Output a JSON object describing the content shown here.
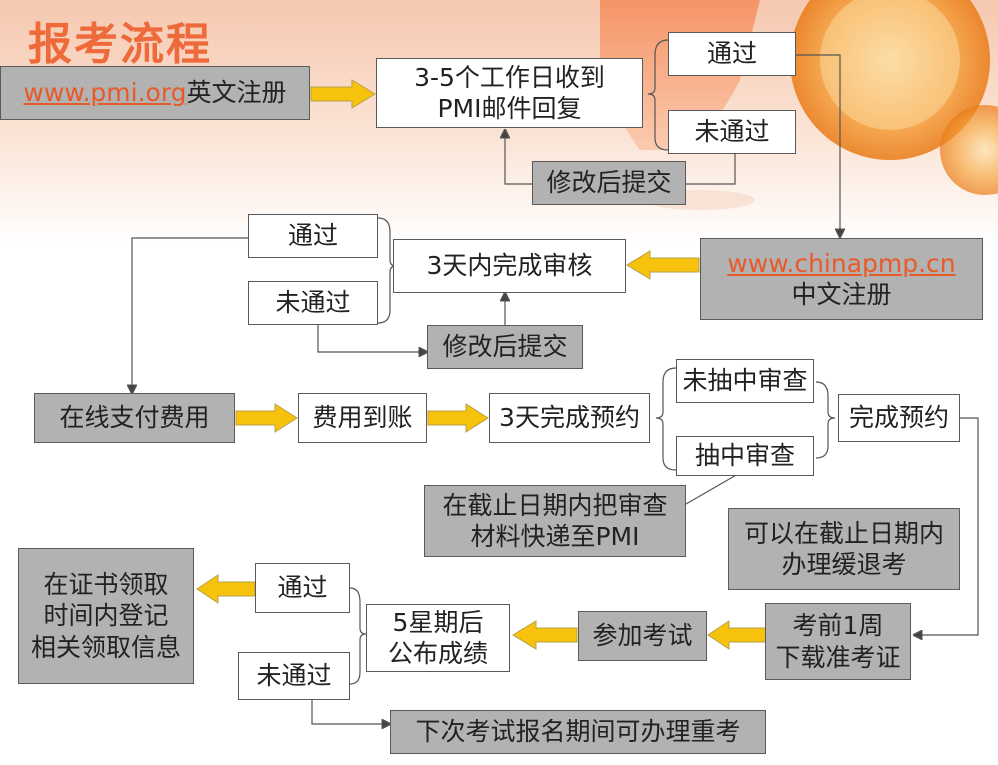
{
  "title": "报考流程",
  "nodes": {
    "pmi_register_link": "www.pmi.org",
    "pmi_register_text": "英文注册",
    "pmi_reply_line1": "3-5个工作日收到",
    "pmi_reply_line2": "PMI邮件回复",
    "pmi_pass": "通过",
    "pmi_fail": "未通过",
    "pmi_resubmit": "修改后提交",
    "chinapmp_link": "www.chinapmp.cn",
    "chinapmp_text": "中文注册",
    "review_3days": "3天内完成审核",
    "review_pass": "通过",
    "review_fail": "未通过",
    "review_resubmit": "修改后提交",
    "pay_online": "在线支付费用",
    "fee_received": "费用到账",
    "booking_3days": "3天完成预约",
    "not_audited": "未抽中审查",
    "audited": "抽中审查",
    "booking_done": "完成预约",
    "audit_material_line1": "在截止日期内把审查",
    "audit_material_line2": "材料快递至PMI",
    "postpone_line1": "可以在截止日期内",
    "postpone_line2": "办理缓退考",
    "download_ticket_line1": "考前1周",
    "download_ticket_line2": "下载准考证",
    "take_exam": "参加考试",
    "result_line1": "5星期后",
    "result_line2": "公布成绩",
    "exam_pass": "通过",
    "exam_fail": "未通过",
    "certificate_line1": "在证书领取",
    "certificate_line2": "时间内登记",
    "certificate_line3": "相关领取信息",
    "retake": "下次考试报名期间可办理重考"
  },
  "colors": {
    "title": "#ee6a3a",
    "link": "#e85a2a",
    "gray_box": "#b2b2b2",
    "arrow_fill": "#f6c20c",
    "arrow_border": "#b5a04a"
  }
}
